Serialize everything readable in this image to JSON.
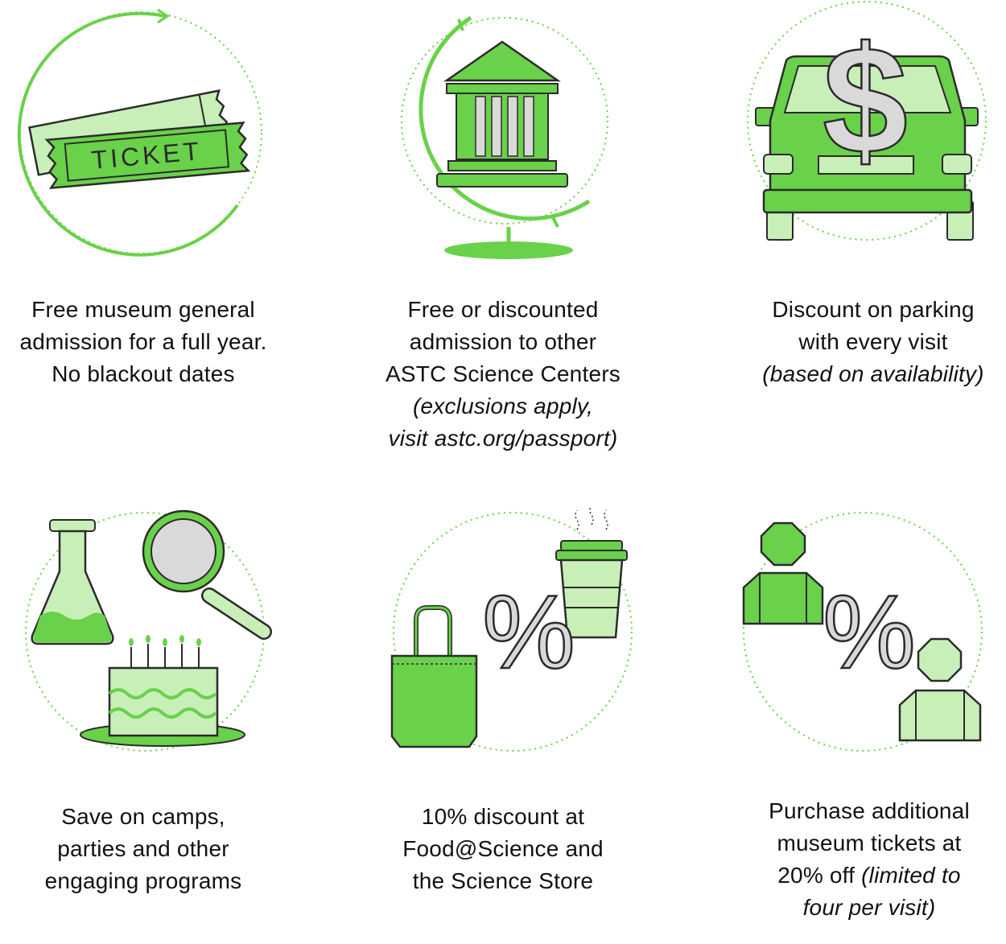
{
  "benefits": [
    {
      "icon": "ticket-icon",
      "lines": [
        "Free museum general",
        "admission for a full year.",
        "No blackout dates"
      ],
      "ticket_text": "TICKET"
    },
    {
      "icon": "museum-building-icon",
      "lines": [
        "Free or discounted",
        "admission to other",
        "ASTC Science Centers"
      ],
      "notes": [
        "(exclusions apply,",
        "visit astc.org/passport)"
      ]
    },
    {
      "icon": "car-dollar-icon",
      "lines": [
        "Discount on parking",
        "with every visit"
      ],
      "notes": [
        "(based on availability)"
      ],
      "symbol": "$"
    },
    {
      "icon": "science-cake-icon",
      "lines": [
        "Save on camps,",
        "parties and other",
        "engaging programs"
      ]
    },
    {
      "icon": "shopping-percent-icon",
      "lines": [
        "10% discount at",
        "Food@Science and",
        "the Science Store"
      ],
      "symbol": "%"
    },
    {
      "icon": "people-percent-icon",
      "lines": [
        "Purchase additional",
        "museum tickets at",
        "20% off"
      ],
      "inline_note": "(limited to",
      "notes": [
        "four per visit)"
      ],
      "symbol": "%"
    }
  ],
  "colors": {
    "green": "#6ad14a",
    "light_green": "#c8efb8",
    "gray": "#d9d9d9",
    "outline": "#2b2b2b",
    "dotted": "#6ad14a"
  }
}
